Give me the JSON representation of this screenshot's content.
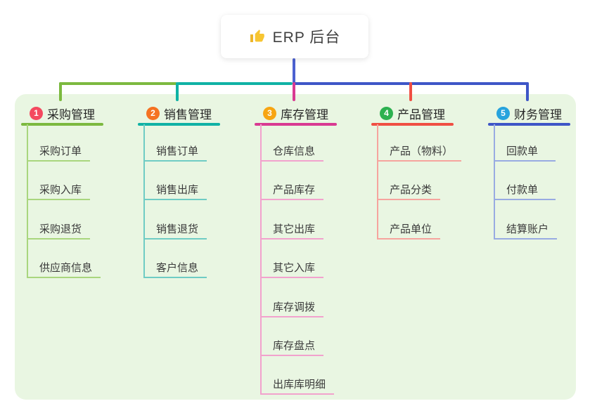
{
  "root": {
    "title": "ERP 后台",
    "icon": "thumbs-up-icon",
    "icon_color": "#f7c531"
  },
  "colors": {
    "canvas": "#ffffff",
    "panel": "#e9f6e2",
    "root_line": "#4c61d0",
    "title_text": "#3f3f3f",
    "branch_text": "#262626",
    "child_text": "#3a3a3a"
  },
  "branches": [
    {
      "index": "1",
      "label": "采购管理",
      "badge_color": "#f4495f",
      "line_color": "#7cb93f",
      "light_color": "#a9d67e",
      "children": [
        "采购订单",
        "采购入库",
        "采购退货",
        "供应商信息"
      ]
    },
    {
      "index": "2",
      "label": "销售管理",
      "badge_color": "#f57222",
      "line_color": "#10b2a5",
      "light_color": "#6fccc4",
      "children": [
        "销售订单",
        "销售出库",
        "销售退货",
        "客户信息"
      ]
    },
    {
      "index": "3",
      "label": "库存管理",
      "badge_color": "#f7a512",
      "line_color": "#d93a92",
      "light_color": "#f2a2cd",
      "children": [
        "仓库信息",
        "产品库存",
        "其它出库",
        "其它入库",
        "库存调拨",
        "库存盘点",
        "出库库明细"
      ]
    },
    {
      "index": "4",
      "label": "产品管理",
      "badge_color": "#2db150",
      "line_color": "#f04f43",
      "light_color": "#f6a49e",
      "children": [
        "产品（物料）",
        "产品分类",
        "产品单位"
      ]
    },
    {
      "index": "5",
      "label": "财务管理",
      "badge_color": "#27a3dd",
      "line_color": "#3e56c7",
      "light_color": "#98abe2",
      "children": [
        "回款单",
        "付款单",
        "结算账户"
      ]
    }
  ]
}
